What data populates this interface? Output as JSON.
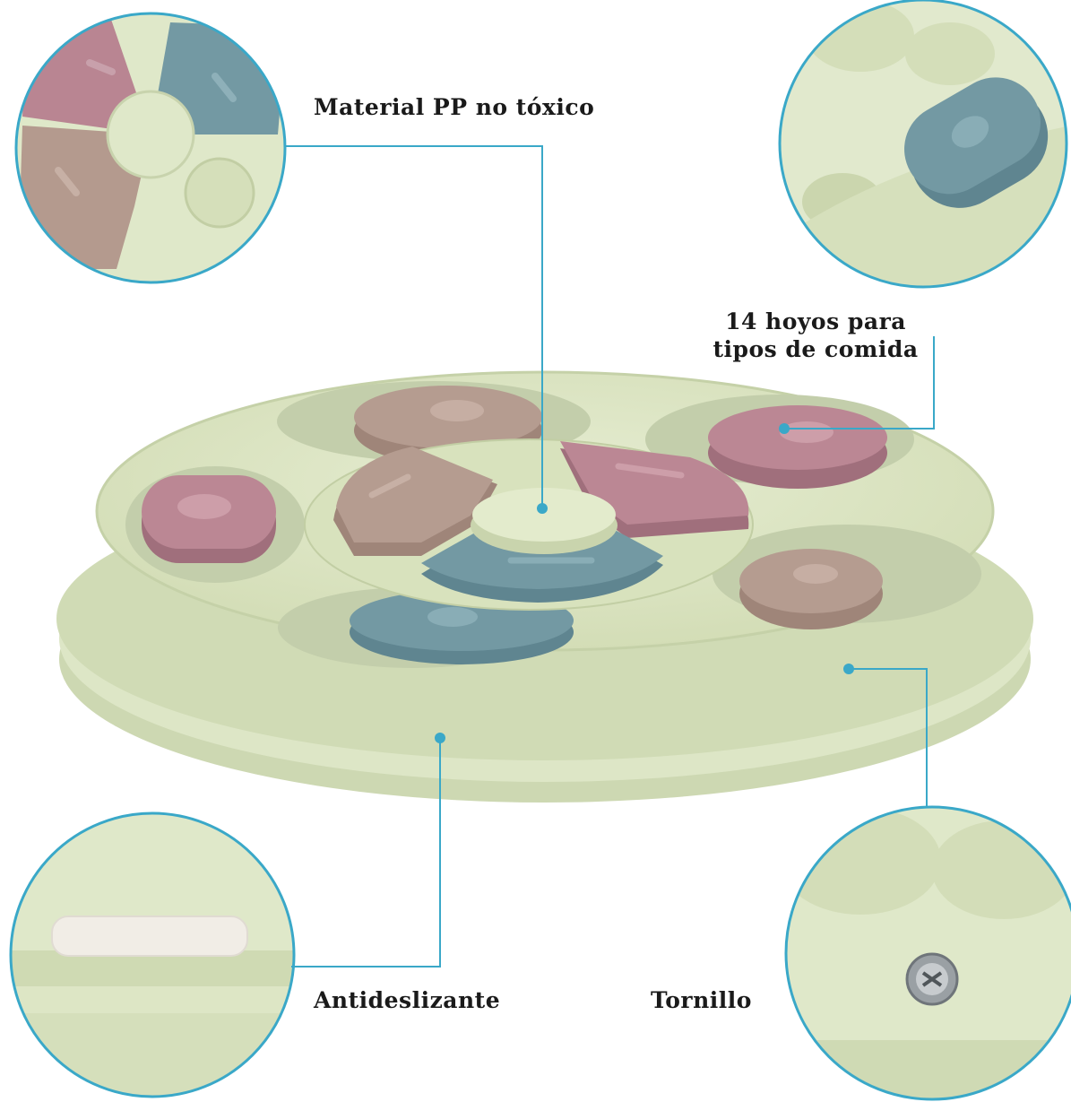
{
  "labels": {
    "material": "Material PP no tóxico",
    "holes_line1": "14 hoyos para",
    "holes_line2": "tipos de comida",
    "antislip": "Antideslizante",
    "screw": "Tornillo"
  },
  "colors": {
    "callout_line": "#3aa8c8",
    "base_green": "#dfe8c9",
    "base_green_dark": "#c9d6ad",
    "pink": "#b98592",
    "tan": "#b49a8e",
    "blue": "#7399a3",
    "label_text": "#1a1a1a"
  }
}
